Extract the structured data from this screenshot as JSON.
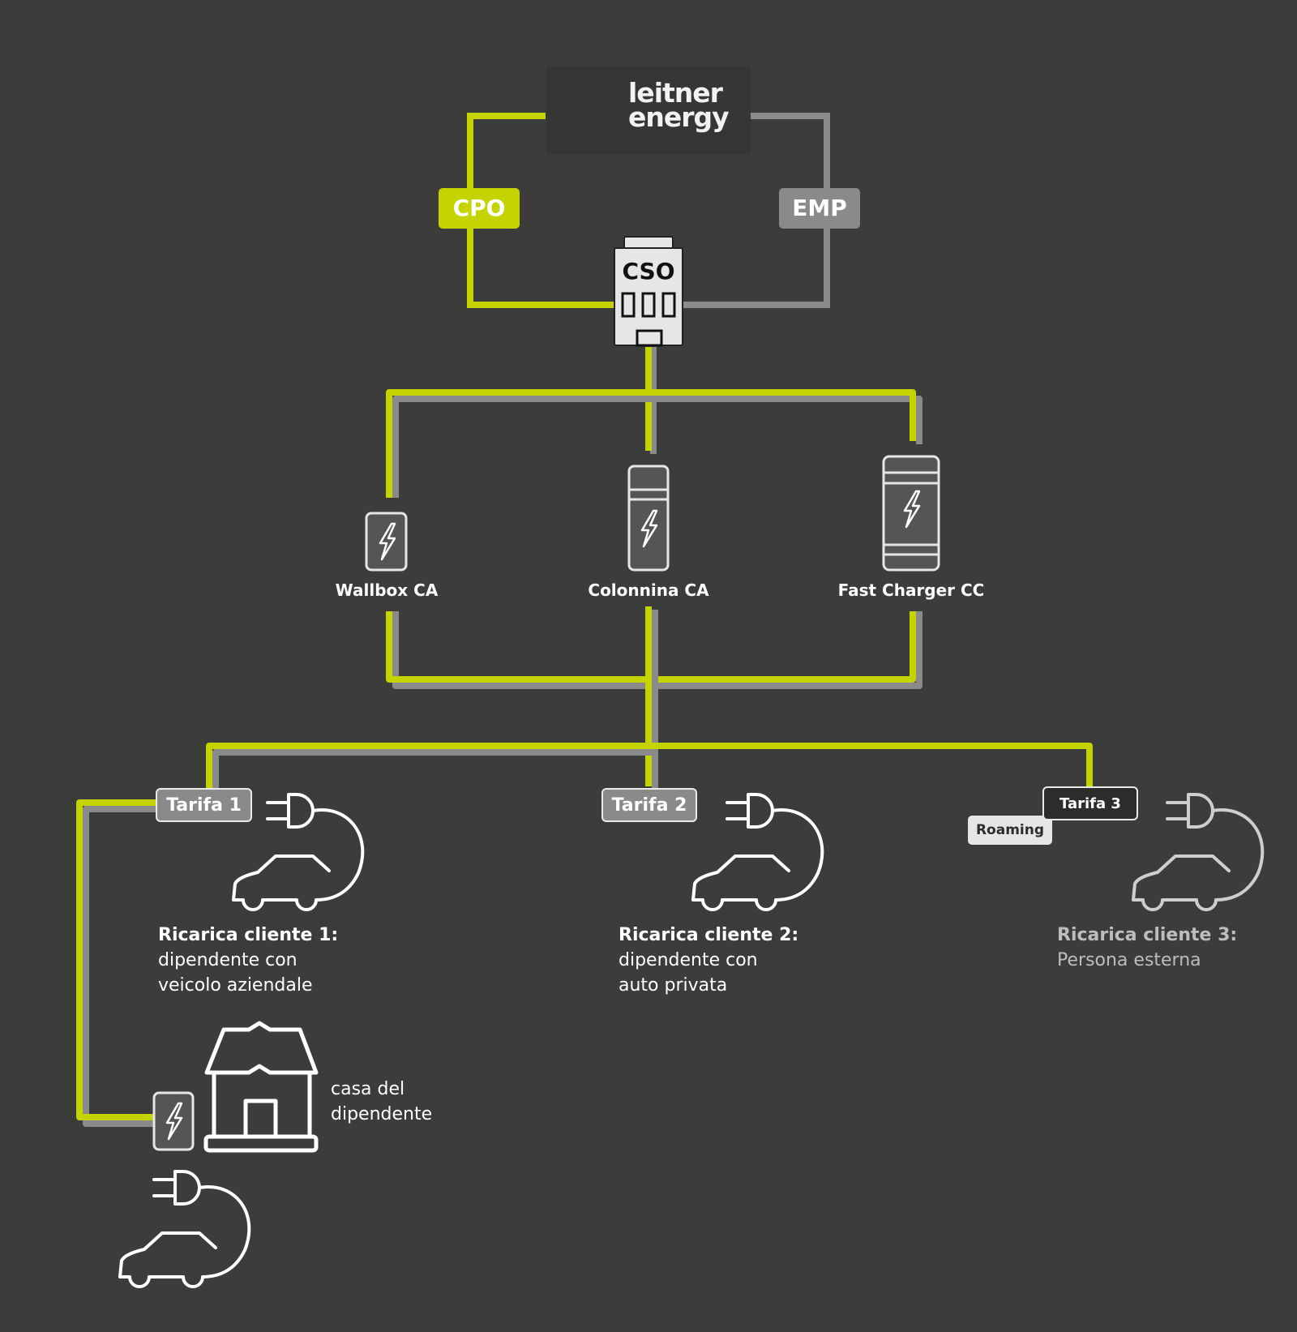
{
  "colors": {
    "background": "#3c3c3b",
    "accent_green": "#c5d300",
    "line_gray": "#8a8a8a",
    "icon_white": "#ffffff"
  },
  "logo": {
    "icon": "double-chevron-logo-icon",
    "line1": "leitner",
    "line2": "energy"
  },
  "roles": {
    "cpo": "CPO",
    "emp": "EMP",
    "cso": "CSO"
  },
  "chargers": [
    {
      "label": "Wallbox CA",
      "icon": "wallbox-icon"
    },
    {
      "label": "Colonnina CA",
      "icon": "charging-column-icon"
    },
    {
      "label": "Fast Charger CC",
      "icon": "fast-charger-icon"
    }
  ],
  "customers": [
    {
      "tariff": "Tarifa 1",
      "title": "Ricarica cliente 1:",
      "line1": "dipendente con",
      "line2": "veicolo aziendale",
      "icon": "electric-car-plug-icon"
    },
    {
      "tariff": "Tarifa 2",
      "title": "Ricarica cliente 2:",
      "line1": "dipendente con",
      "line2": "auto privata",
      "icon": "electric-car-plug-icon"
    },
    {
      "tariff": "Tarifa 3",
      "badge": "Roaming",
      "title": "Ricarica cliente 3:",
      "line1": "Persona esterna",
      "icon": "electric-car-plug-icon"
    }
  ],
  "home": {
    "line1": "casa del",
    "line2": "dipendente",
    "icon": "house-icon",
    "charger_icon": "wallbox-icon",
    "car_icon": "electric-car-plug-icon"
  }
}
